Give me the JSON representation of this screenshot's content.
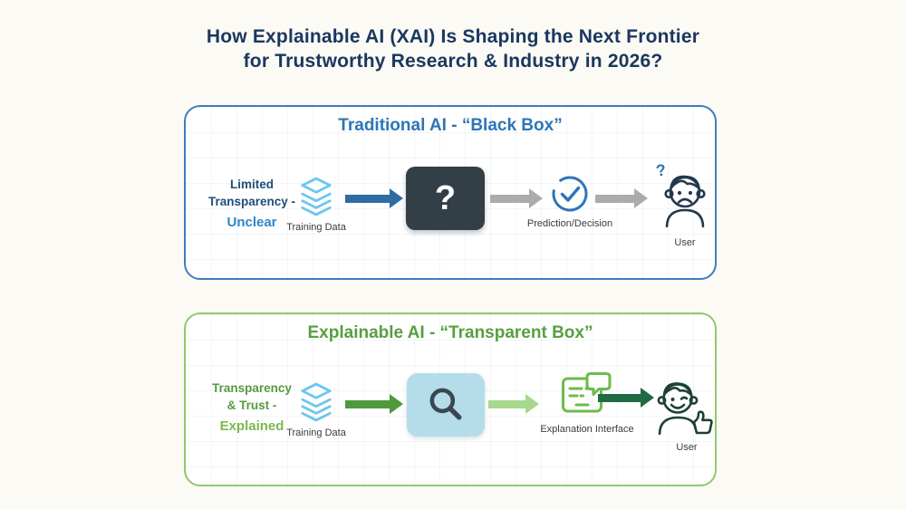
{
  "title": {
    "line1": "How Explainable AI (XAI) Is Shaping the Next Frontier",
    "line2": "for Trustworthy Research & Industry in 2026?"
  },
  "colors": {
    "page_bg": "#fbfaf4",
    "title_text": "#1b3760",
    "box1_border": "#3d7ec0",
    "box1_header": "#2e75b6",
    "side1_dark": "#1f4e79",
    "side1_light": "#2e86c9",
    "training_icon": "#6ec6ee",
    "arrow_blue": "#2d6da4",
    "black_box": "#333f47",
    "arrow_gray": "#ababab",
    "check_blue": "#2e75b6",
    "question_blue": "#2e75b6",
    "user1_stroke": "#22384e",
    "label_text": "#3b3b3b",
    "box2_border": "#93c86e",
    "box2_header": "#56a03f",
    "side2_dark": "#569a3e",
    "side2_light": "#7cb84e",
    "arrow_green": "#4e9a3d",
    "transparent_box": "#b5dce9",
    "magnifier": "#3a4750",
    "arrow_light_green": "#a8d88e",
    "interface_icon": "#6cbb4c",
    "arrow_dark_green": "#1e6b44",
    "user2_stroke": "#1e4034"
  },
  "icons": {
    "training_data": "layers-stack-icon",
    "black_box": "question-mark",
    "prediction": "check-circle-icon",
    "confused_user": "sad-person-icon",
    "confused_user_mark": "question-mark",
    "transparent_box": "magnifier-icon",
    "explanation_interface": "screen-chat-icon",
    "happy_user": "person-thumbs-up-icon"
  },
  "traditional": {
    "header": "Traditional AI - “Black Box”",
    "side_label": {
      "line1": "Limited",
      "line2": "Transparency -",
      "line3": "Unclear"
    },
    "black_box_symbol": "?",
    "user_question_mark": "?",
    "labels": {
      "training_data": "Training Data",
      "prediction": "Prediction/Decision",
      "user": "User"
    }
  },
  "explainable": {
    "header": "Explainable AI - “Transparent Box”",
    "side_label": {
      "line1": "Transparency",
      "line2": "& Trust -",
      "line3": "Explained"
    },
    "labels": {
      "training_data": "Training Data",
      "interface": "Explanation Interface",
      "user": "User"
    }
  }
}
